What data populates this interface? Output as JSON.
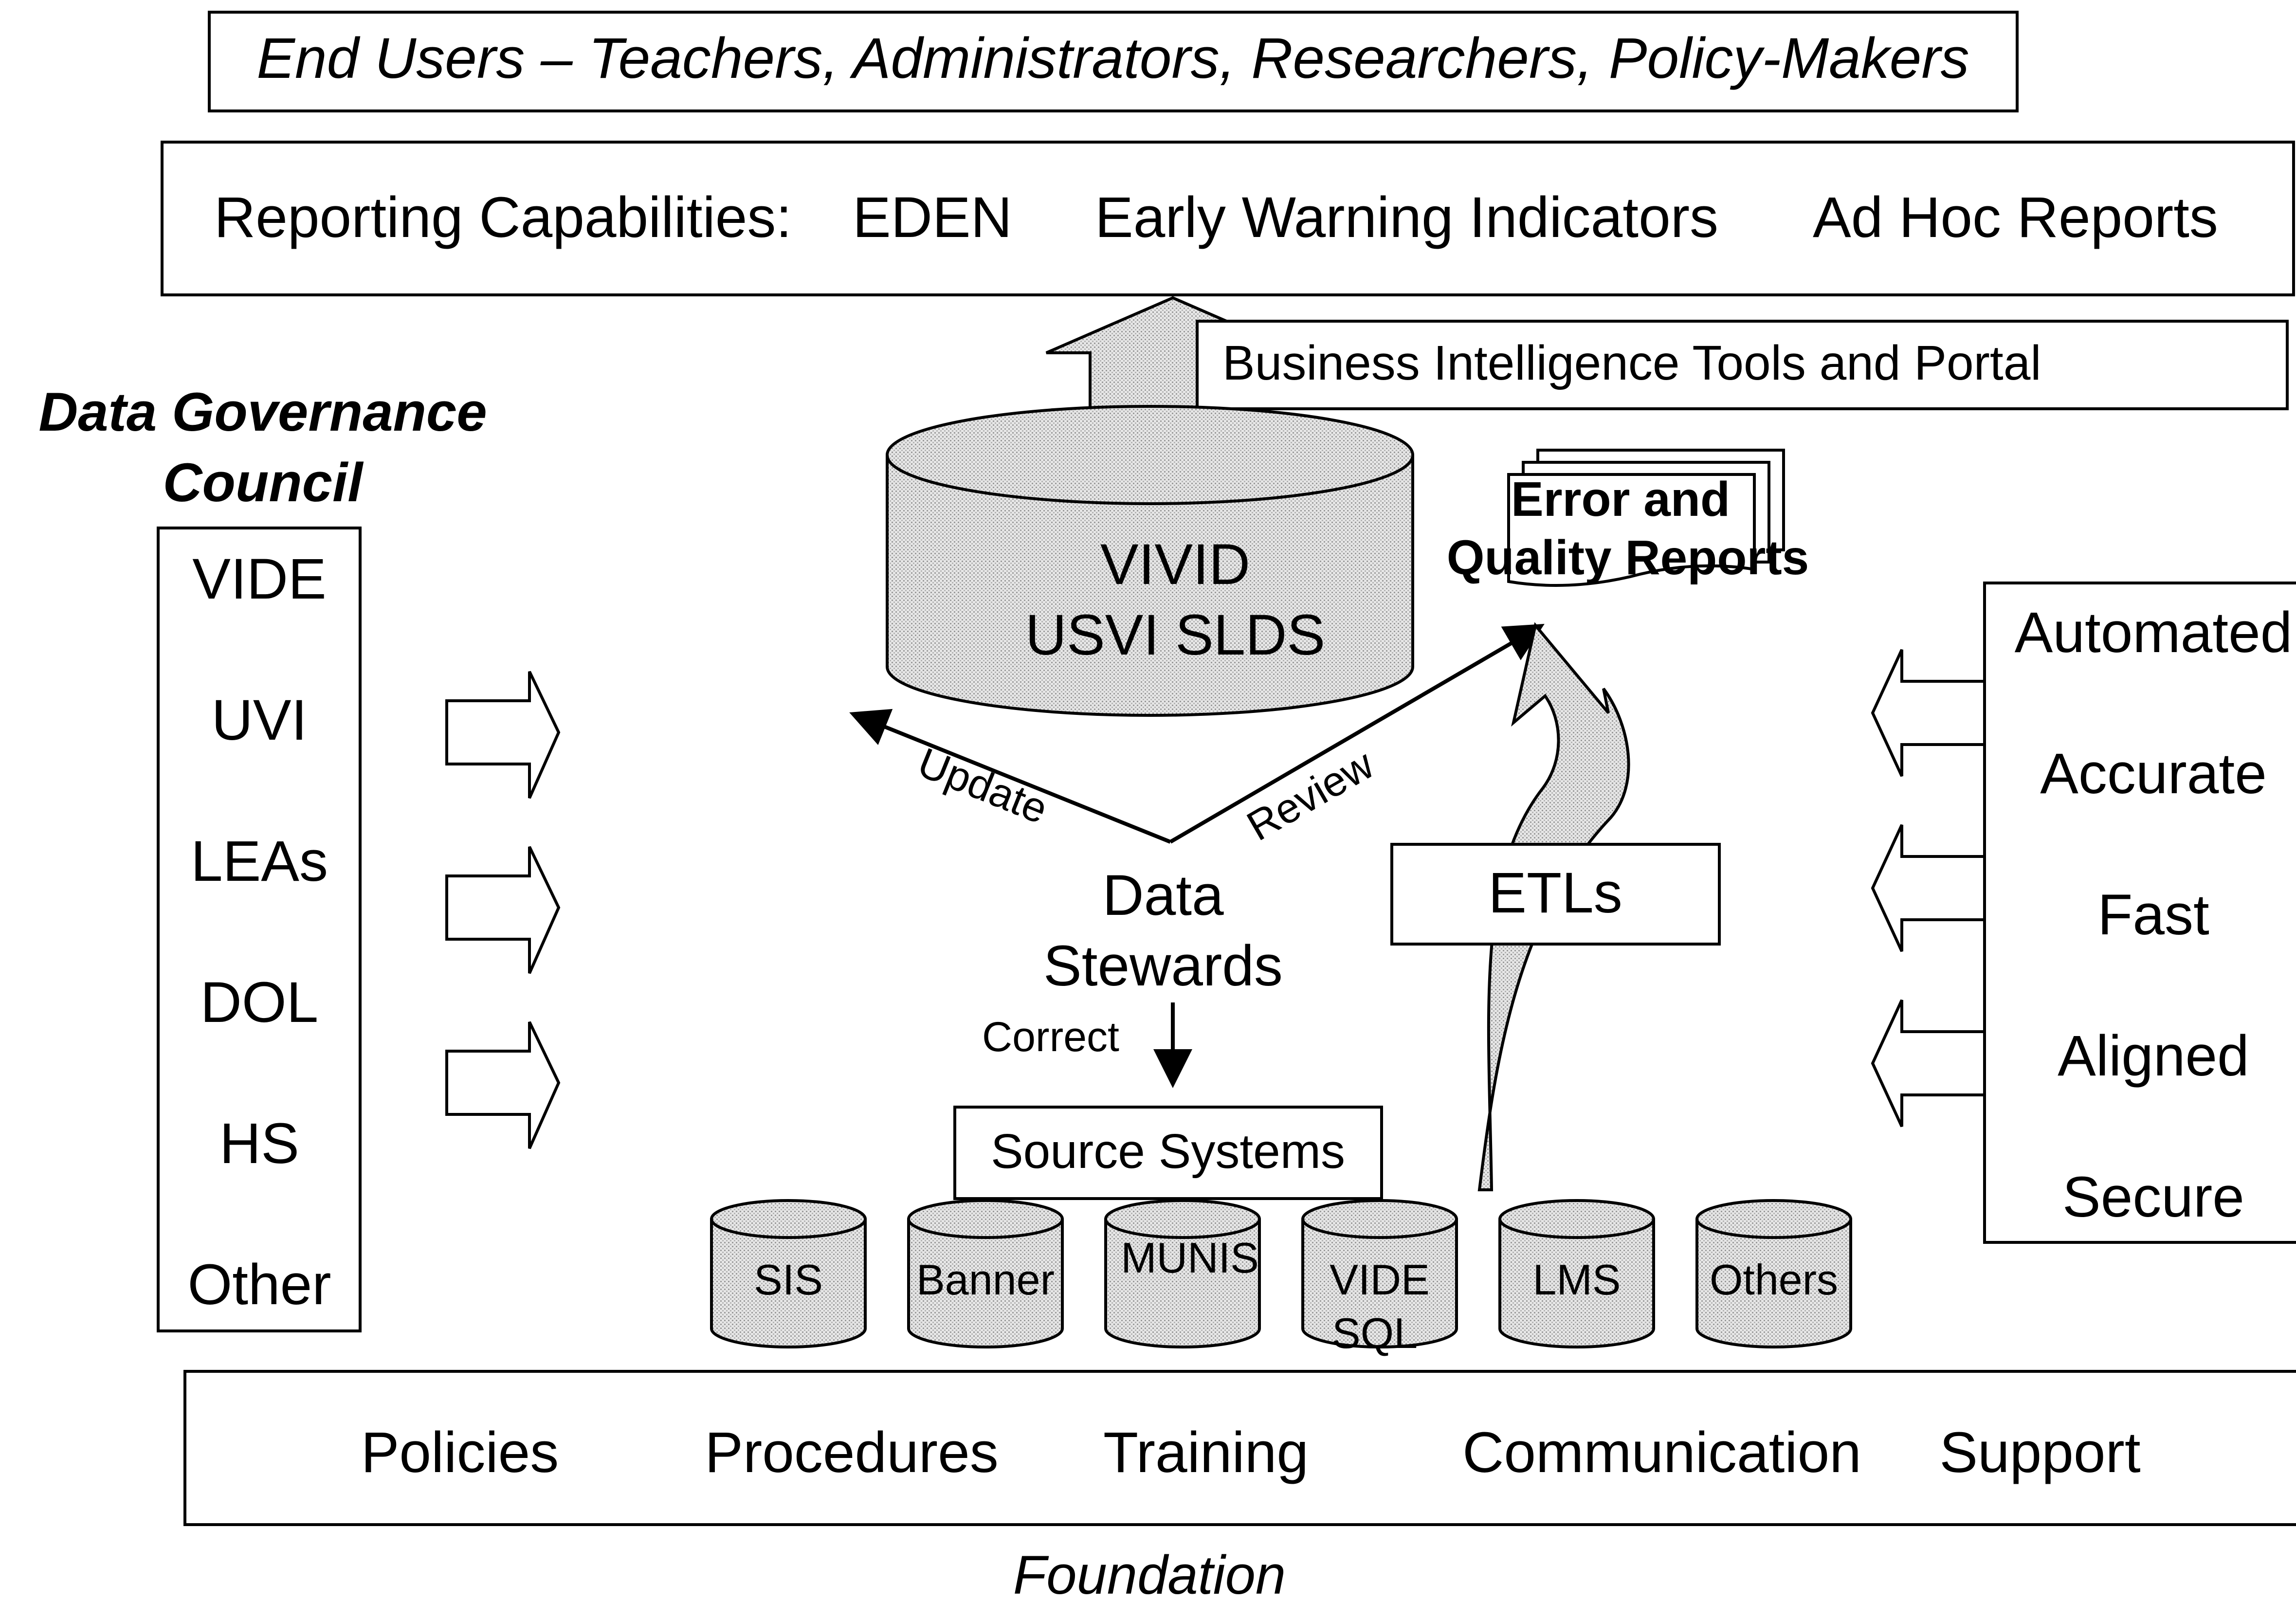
{
  "end_users": "End Users – Teachers, Administrators, Researchers, Policy-Makers",
  "reporting": {
    "label": "Reporting Capabilities:",
    "items": [
      "EDEN",
      "Early Warning Indicators",
      "Ad Hoc Reports"
    ]
  },
  "bi_tools": "Business Intelligence Tools and Portal",
  "governance": {
    "title_line1": "Data Governance",
    "title_line2": "Council",
    "members": [
      "VIDE",
      "UVI",
      "LEAs",
      "DOL",
      "HS",
      "Other"
    ]
  },
  "warehouse": {
    "line1": "VIVID",
    "line2": "USVI SLDS"
  },
  "error_reports": {
    "line1": "Error and",
    "line2": "Quality Reports"
  },
  "qualities": [
    "Automated",
    "Accurate",
    "Fast",
    "Aligned",
    "Secure"
  ],
  "flows": {
    "update": "Update",
    "review": "Review",
    "correct": "Correct"
  },
  "data_stewards": {
    "line1": "Data",
    "line2": "Stewards"
  },
  "etls": "ETLs",
  "source_systems": {
    "label": "Source Systems",
    "systems": [
      {
        "line1": "SIS",
        "line2": ""
      },
      {
        "line1": "Banner",
        "line2": ""
      },
      {
        "line1": "MUNIS",
        "line2": ""
      },
      {
        "line1": "VIDE",
        "line2": "SQL"
      },
      {
        "line1": "LMS",
        "line2": ""
      },
      {
        "line1": "Others",
        "line2": ""
      }
    ]
  },
  "foundation": {
    "items": [
      "Policies",
      "Procedures",
      "Training",
      "Communication",
      "Support"
    ],
    "label": "Foundation"
  },
  "colors": {
    "stroke": "#000000",
    "fill": "#ffffff",
    "stipple": "#c8c8c8"
  }
}
